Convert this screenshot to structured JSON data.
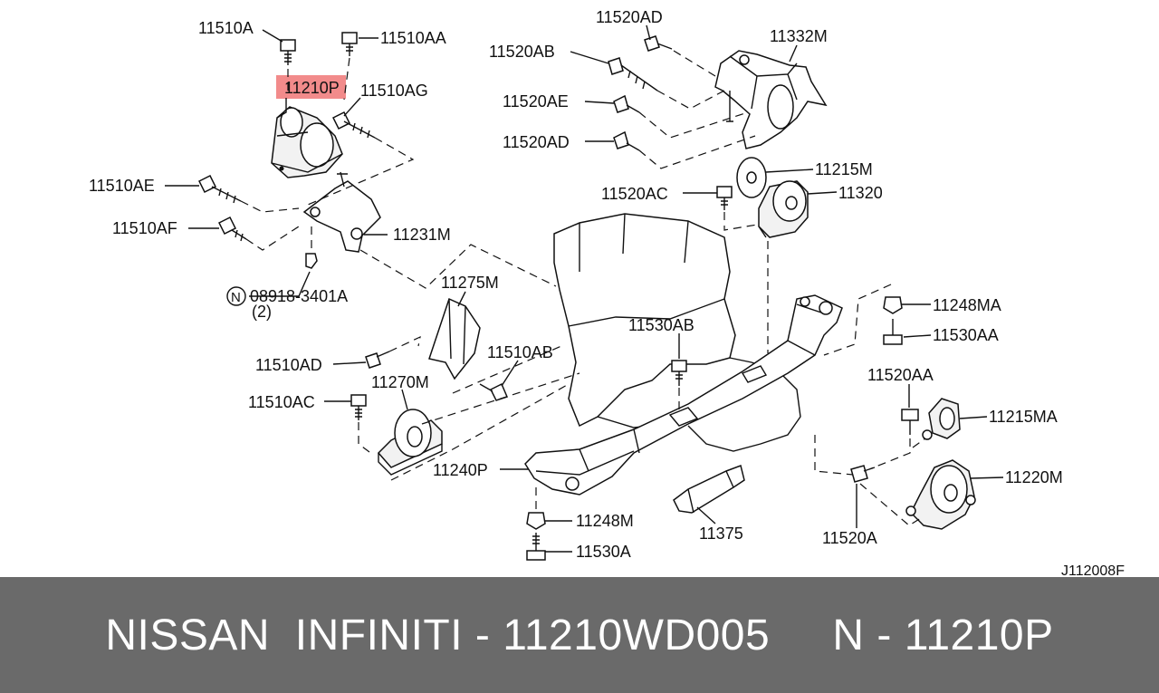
{
  "diagram": {
    "labels": {
      "l11510A": "11510A",
      "l11510AA": "11510AA",
      "l11210P": "11210P",
      "l11510AG": "11510AG",
      "l11510AE": "11510AE",
      "l11510AF": "11510AF",
      "l11231M": "11231M",
      "l08918": "08918-3401A",
      "lN": "N",
      "lQty": "(2)",
      "l11275M": "11275M",
      "l11510AD": "11510AD",
      "l11510AB": "11510AB",
      "l11270M": "11270M",
      "l11510AC": "11510AC",
      "l11240P": "11240P",
      "l11248M": "11248M",
      "l11530A": "11530A",
      "l11375": "11375",
      "l11530AB": "11530AB",
      "l11520AD_top": "11520AD",
      "l11332M": "11332M",
      "l11520AB": "11520AB",
      "l11520AE": "11520AE",
      "l11520AD_mid": "11520AD",
      "l11215M": "11215M",
      "l11520AC": "11520AC",
      "l11320": "11320",
      "l11248MA": "11248MA",
      "l11530AA": "11530AA",
      "l11520AA": "11520AA",
      "l11215MA": "11215MA",
      "l11220M": "11220M",
      "l11520A": "11520A",
      "code": "J112008F"
    },
    "highlight_color": "#f28b8b"
  },
  "footer": {
    "text": "NISSAN  INFINITI - 11210WD005     N - 11210P",
    "background": "#6a6a6a"
  }
}
